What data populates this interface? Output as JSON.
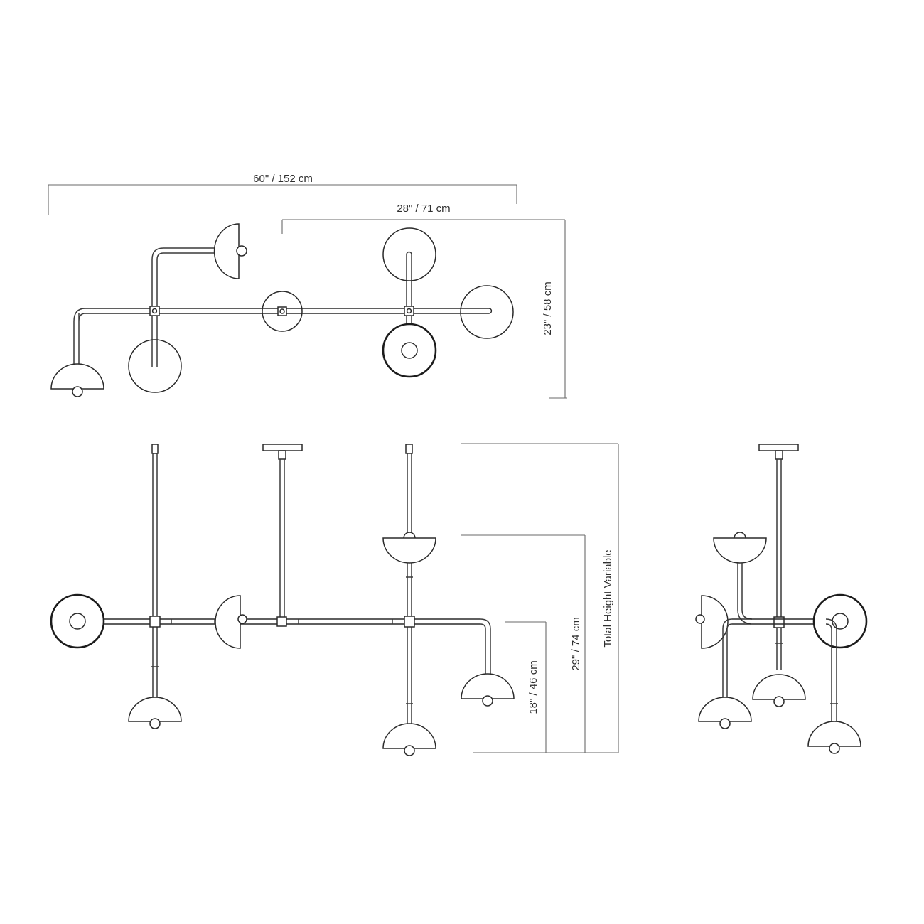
{
  "labels": {
    "total_width": "60\" / 152 cm",
    "half_width": "28\"  / 71 cm",
    "depth": "23\" / 58 cm",
    "drop_lower": "18\" / 46 cm",
    "drop_upper": "29\" / 74 cm",
    "total_height": "Total Height Variable"
  },
  "colors": {
    "line": "#2a2a2a",
    "dimension": "#6a6a6a",
    "text": "#2e2e2e"
  },
  "icons": {
    "shade": "dome-shade-icon",
    "canopy": "ceiling-canopy-icon",
    "disc": "disc-shade-icon"
  }
}
